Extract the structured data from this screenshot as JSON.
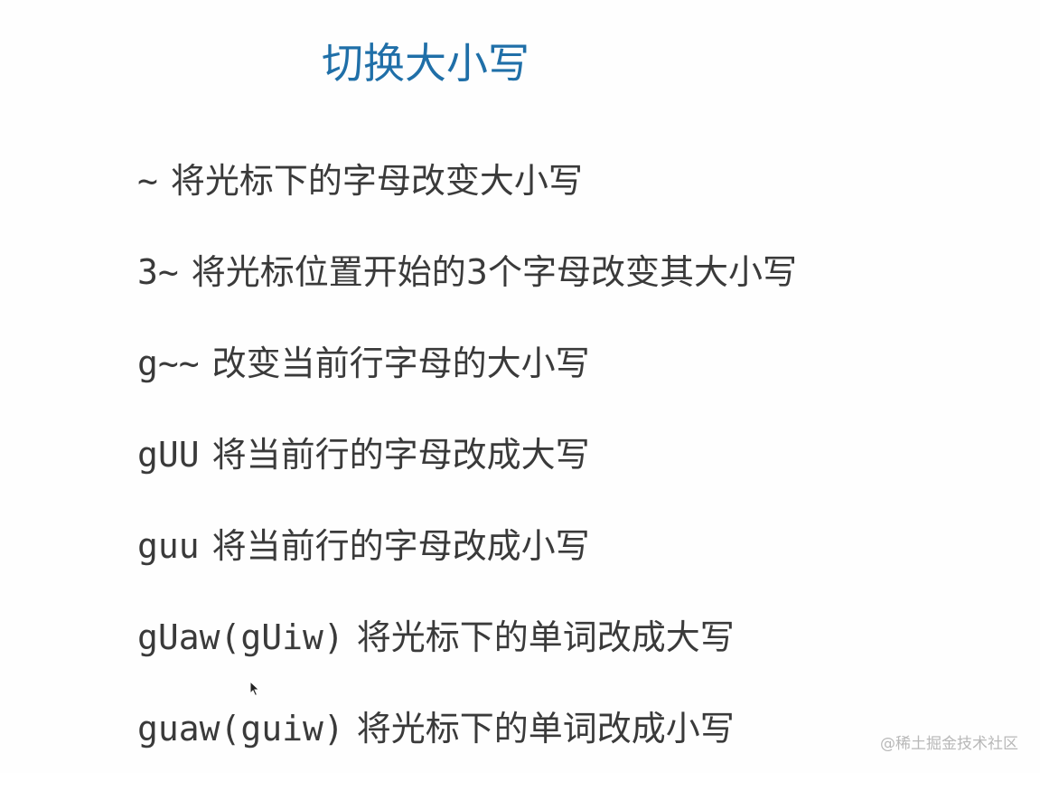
{
  "title": "切换大小写",
  "lines": [
    {
      "cmd": "~",
      "desc": "将光标下的字母改变大小写"
    },
    {
      "cmd": "3~",
      "desc": "将光标位置开始的3个字母改变其大小写"
    },
    {
      "cmd": "g~~",
      "desc": "改变当前行字母的大小写"
    },
    {
      "cmd": "gUU",
      "desc": "将当前行的字母改成大写"
    },
    {
      "cmd": "guu",
      "desc": "将当前行的字母改成小写"
    },
    {
      "cmd": "gUaw(gUiw)",
      "desc": "将光标下的单词改成大写"
    },
    {
      "cmd": "guaw(guiw)",
      "desc": "将光标下的单词改成小写"
    }
  ],
  "watermark": "@稀土掘金技术社区",
  "colors": {
    "title": "#1f6fa8",
    "text": "#3a3a3a",
    "watermark": "#b8b8b8"
  },
  "icons": {
    "cursor": "mouse-pointer-icon"
  }
}
